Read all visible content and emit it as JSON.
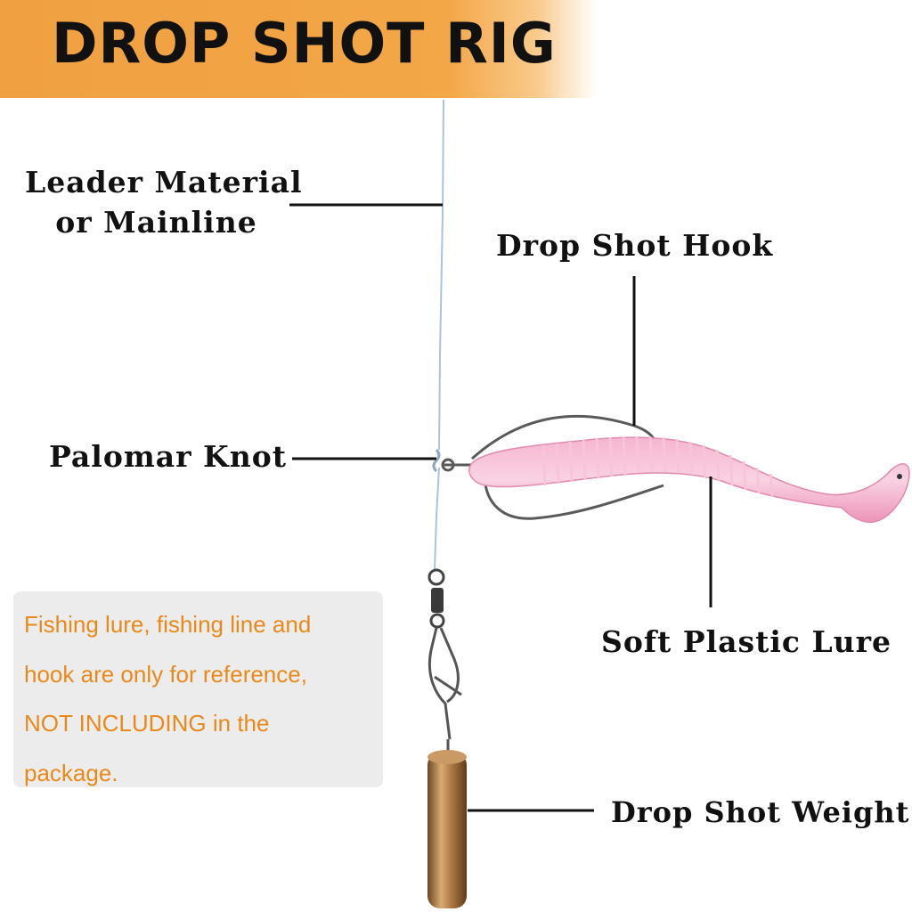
{
  "title": "DROP SHOT RIG",
  "labels": {
    "leader": "Leader Material or Mainline",
    "leader_line1": "Leader Material",
    "leader_line2": "or Mainline",
    "hook": "Drop Shot Hook",
    "knot": "Palomar Knot",
    "lure": "Soft Plastic Lure",
    "weight": "Drop Shot Weight"
  },
  "notice": {
    "line1": "Fishing lure, fishing line and",
    "line2": "hook are only for reference,",
    "line3": "NOT INCLUDING in the",
    "line4": "package."
  },
  "colors": {
    "banner": "#f3a747",
    "title_text": "#111111",
    "notice_text": "#e8891a",
    "notice_bg": "#ececec",
    "line": "#a9c4dd",
    "lure": "#f2a8c8",
    "weight": "#b07a45"
  }
}
